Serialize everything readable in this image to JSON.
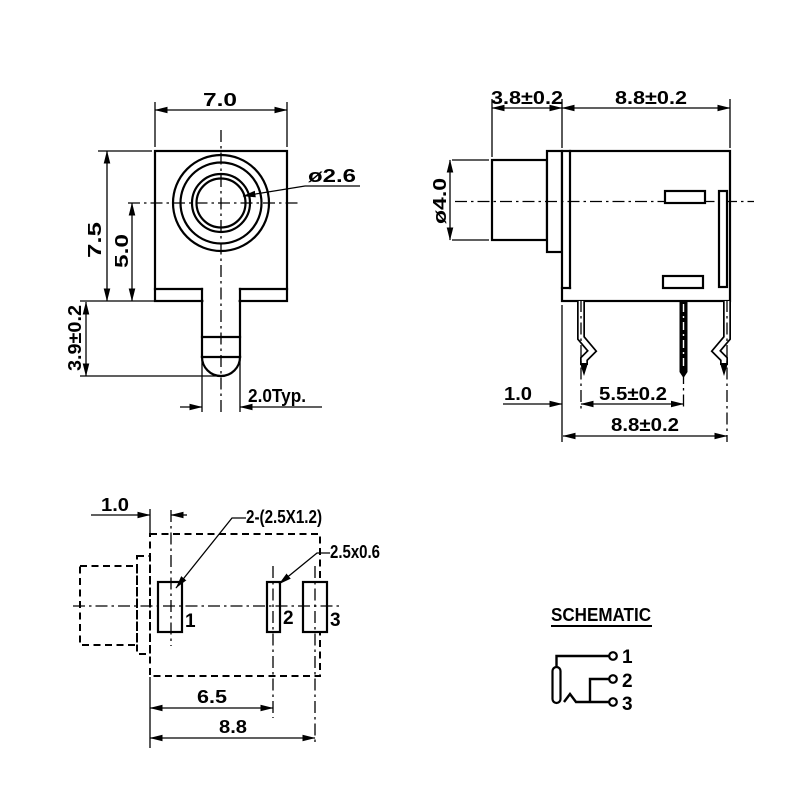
{
  "drawing": {
    "front_view": {
      "dim_width": "7.0",
      "dim_height": "7.5",
      "dim_center_height": "5.0",
      "dim_pin_protrusion": "3.9±0.2",
      "dim_hole_diameter": "ø2.6",
      "dim_pin_width": "2.0Typ."
    },
    "side_view": {
      "dim_barrel_length": "3.8±0.2",
      "dim_body_length": "8.8±0.2",
      "dim_barrel_diameter": "ø4.0",
      "dim_pin1_offset": "1.0",
      "dim_pin_pitch": "5.5±0.2",
      "dim_pin_span": "8.8±0.2"
    },
    "bottom_view": {
      "dim_pad1_offset": "1.0",
      "label_large_pads": "2-(2.5X1.2)",
      "label_small_pad": "2.5x0.6",
      "dim_pad2_distance": "6.5",
      "dim_pad3_distance": "8.8",
      "pad_numbers": [
        "1",
        "2",
        "3"
      ]
    },
    "schematic": {
      "title": "SCHEMATIC",
      "terminal_numbers": [
        "1",
        "2",
        "3"
      ]
    }
  }
}
